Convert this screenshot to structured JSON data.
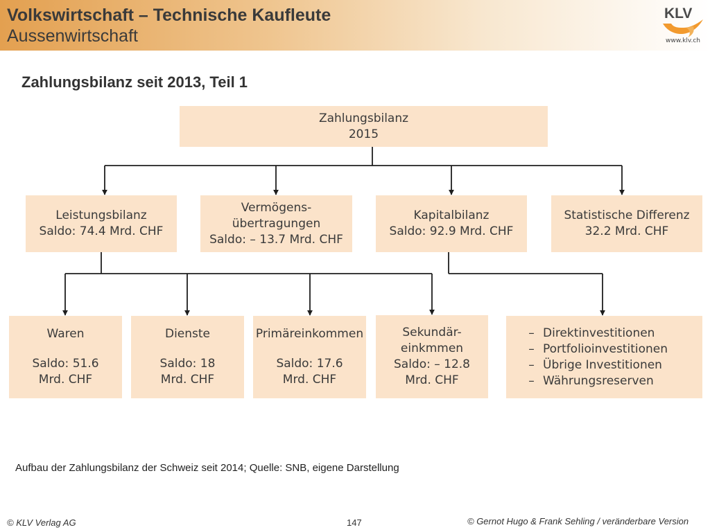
{
  "header": {
    "title": "Volkswirtschaft – Technische Kaufleute",
    "subtitle": "Aussenwirtschaft",
    "logo_text": "KLV",
    "logo_url": "www.klv.ch"
  },
  "slide_title": "Zahlungsbilanz seit 2013, Teil 1",
  "diagram": {
    "root": {
      "line1": "Zahlungsbilanz",
      "line2": "2015"
    },
    "level1": [
      {
        "line1": "Leistungsbilanz",
        "line2": "Saldo: 74.4 Mrd. CHF"
      },
      {
        "line1": "Vermögens-",
        "line2": "übertragungen",
        "line3": "Saldo: – 13.7 Mrd. CHF"
      },
      {
        "line1": "Kapitalbilanz",
        "line2": "Saldo: 92.9 Mrd. CHF"
      },
      {
        "line1": "Statistische Differenz",
        "line2": "32.2 Mrd. CHF"
      }
    ],
    "level2": [
      {
        "line1": "Waren",
        "line2": "Saldo: 51.6",
        "line3": "Mrd. CHF"
      },
      {
        "line1": "Dienste",
        "line2": "Saldo: 18",
        "line3": "Mrd. CHF"
      },
      {
        "line1": "Primäreinkommen",
        "line2": "Saldo: 17.6",
        "line3": "Mrd. CHF"
      },
      {
        "line1": "Sekundär-",
        "line2": "einkmmen",
        "line3": "Saldo: – 12.8",
        "line4": "Mrd. CHF"
      }
    ],
    "kapital_items": {
      "dash": "–",
      "items": [
        "Direktinvestitionen",
        "Portfolioinvestitionen",
        "Übrige Investitionen",
        "Währungsreserven"
      ]
    }
  },
  "caption": "Aufbau der Zahlungsbilanz der Schweiz seit 2014; Quelle: SNB, eigene Darstellung",
  "footer": {
    "left": "© KLV Verlag AG",
    "page": "147",
    "right": "© Gernot Hugo & Frank Sehling / veränderbare Version"
  },
  "colors": {
    "box_fill": "#fbe3ca",
    "header_orange": "#e3a050",
    "logo_orange": "#f29a2e"
  }
}
